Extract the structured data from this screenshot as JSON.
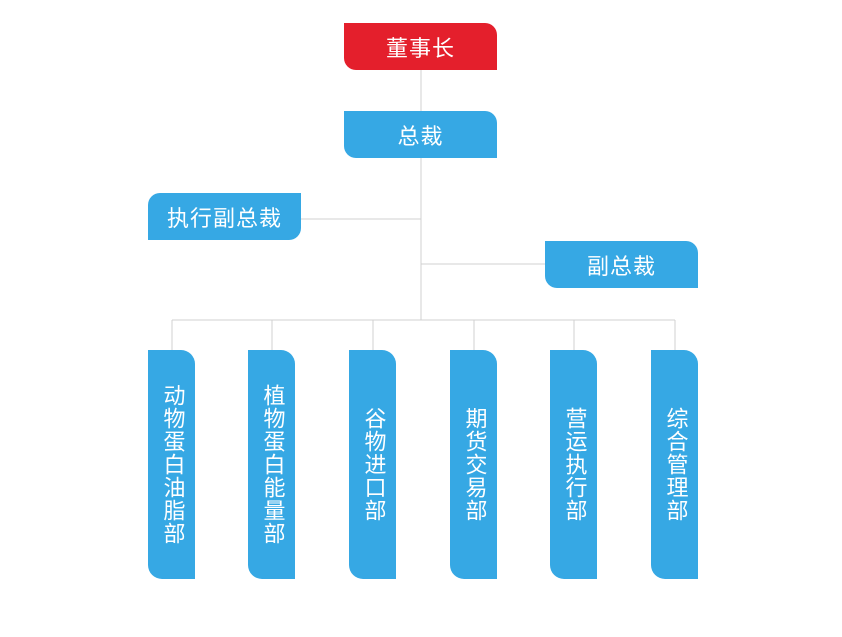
{
  "colors": {
    "chairman": "#e41f2c",
    "node": "#36a8e4",
    "connector": "#d0d0d0"
  },
  "org": {
    "chairman": "董事长",
    "president": "总裁",
    "executive_vice_president": "执行副总裁",
    "vice_president": "副总裁",
    "departments": [
      "动物蛋白油脂部",
      "植物蛋白能量部",
      "谷物进口部",
      "期货交易部",
      "营运执行部",
      "综合管理部"
    ]
  }
}
